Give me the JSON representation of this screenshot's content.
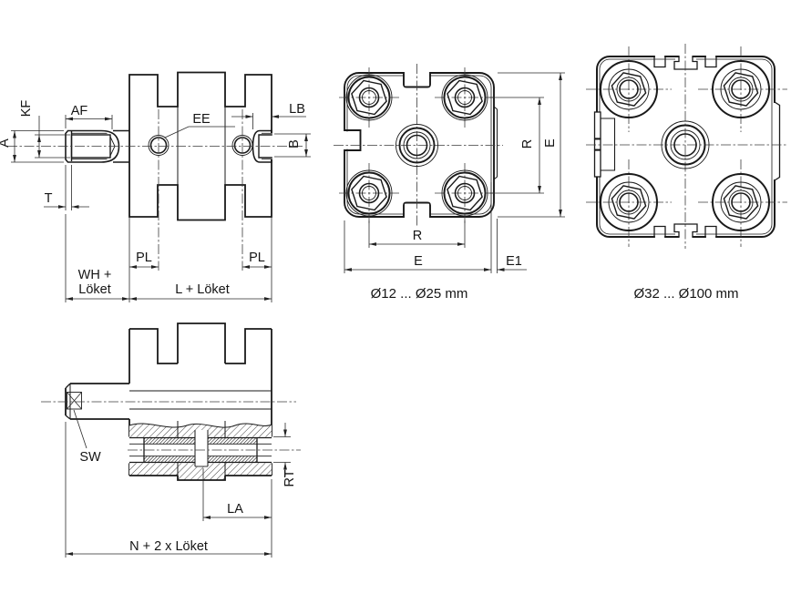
{
  "drawing": {
    "type": "pneumatic compact cylinder dimensional drawing",
    "colors": {
      "line": "#1a1a1a",
      "dimension": "#2a2a2a",
      "text": "#151515",
      "background": "#ffffff"
    },
    "side_view": {
      "labels": {
        "kf": "KF",
        "a": "A",
        "af": "AF",
        "t": "T",
        "ee": "EE",
        "lb": "LB",
        "b": "B",
        "pl_left": "PL",
        "pl_right": "PL",
        "wh_line1": "WH +",
        "wh_line2": "Löket",
        "l": "L + Löket"
      }
    },
    "front_view_small": {
      "caption": "Ø12 ... Ø25 mm",
      "labels": {
        "r_vertical": "R",
        "e_vertical": "E",
        "r_horizontal": "R",
        "e_horizontal": "E",
        "e1": "E1"
      }
    },
    "front_view_large": {
      "caption": "Ø32 ... Ø100 mm"
    },
    "section_view": {
      "labels": {
        "sw": "SW",
        "rt": "RT",
        "la": "LA",
        "n": "N + 2 x Löket"
      }
    }
  }
}
